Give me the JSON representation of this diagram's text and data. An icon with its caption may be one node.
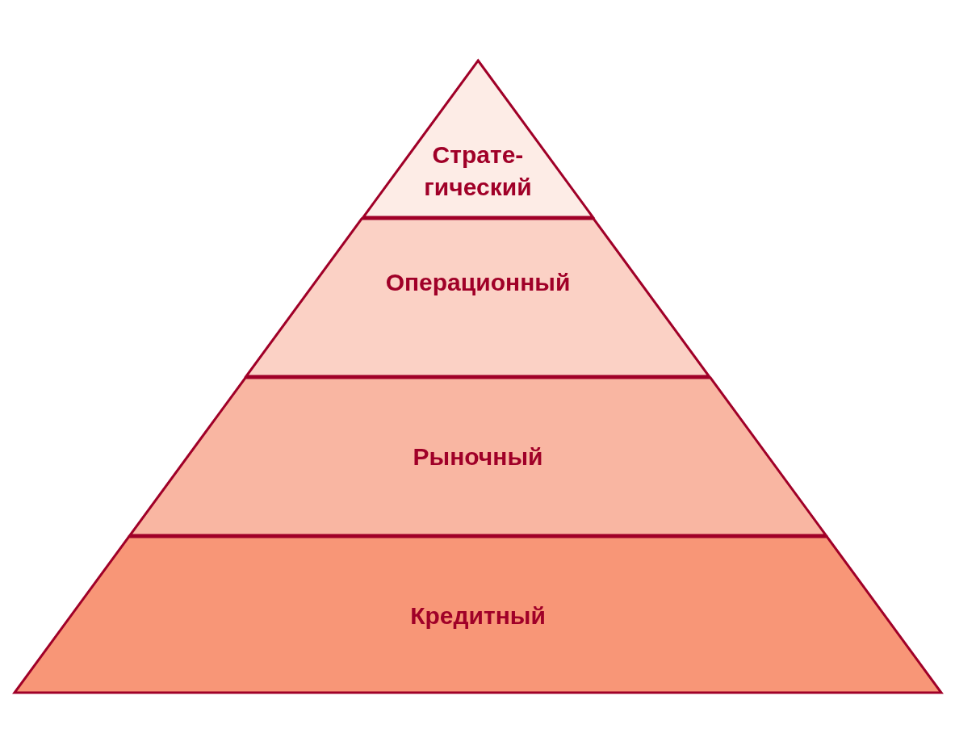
{
  "diagram": {
    "nodes": [
      {
        "text": [
          "Страте- гический"
        ]
      },
      {
        "text": [
          "Операционный"
        ]
      },
      {
        "text": [
          "Рыночный"
        ]
      },
      {
        "text": [
          "Кредитный"
        ]
      }
    ]
  }
}
